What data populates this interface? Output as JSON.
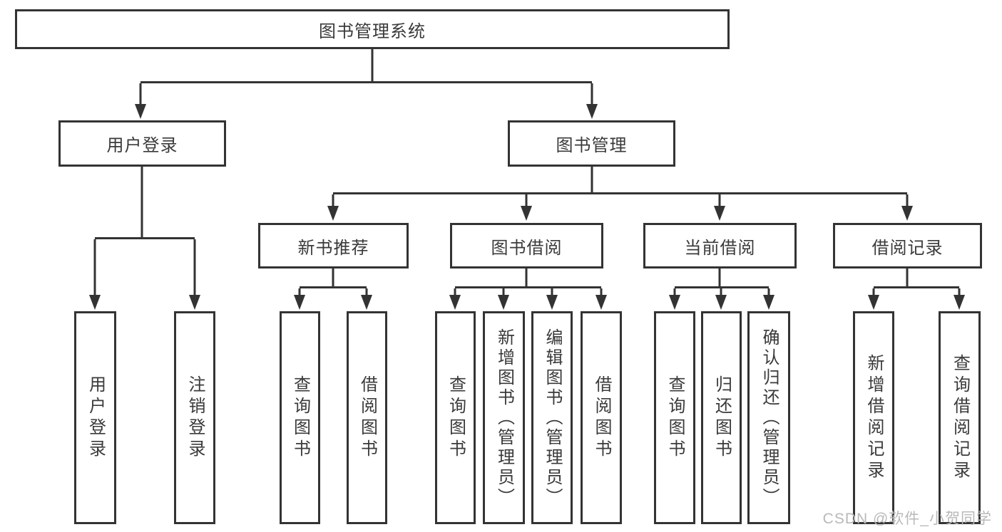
{
  "diagram": {
    "type": "hierarchy-tree",
    "title": "图书管理系统",
    "hierarchy": {
      "图书管理系统": {
        "用户登录": [
          "用户登录",
          "注销登录"
        ],
        "图书管理": {
          "新书推荐": [
            "查询图书",
            "借阅图书"
          ],
          "图书借阅": [
            "查询图书",
            "新增图书（管理员）",
            "编辑图书（管理员）",
            "借阅图书"
          ],
          "当前借阅": [
            "查询图书",
            "归还图书",
            "确认归还（管理员）"
          ],
          "借阅记录": [
            "新增借阅记录",
            "查询借阅记录"
          ]
        }
      }
    }
  },
  "nodes": {
    "root": "图书管理系统",
    "user_login": "用户登录",
    "book_management": "图书管理",
    "new_book_recommend": "新书推荐",
    "book_borrowing": "图书借阅",
    "current_borrowing": "当前借阅",
    "borrowing_records": "借阅记录",
    "leaf_user_login": "用户登录",
    "leaf_logout": "注销登录",
    "leaf_query_books_1": "查询图书",
    "leaf_borrow_books_1": "借阅图书",
    "leaf_query_books_2": "查询图书",
    "leaf_add_books_admin": "新增图书（管理员）",
    "leaf_edit_books_admin": "编辑图书（管理员）",
    "leaf_borrow_books_2": "借阅图书",
    "leaf_query_books_3": "查询图书",
    "leaf_return_books": "归还图书",
    "leaf_confirm_return_admin": "确认归还（管理员）",
    "leaf_add_borrow_record": "新增借阅记录",
    "leaf_query_borrow_record": "查询借阅记录"
  },
  "colors": {
    "line": "#333333",
    "box_border": "#333333",
    "box_background": "#ffffff",
    "text": "#3a3a3a",
    "watermark": "#b9b9b9"
  },
  "watermark": "CSDN @软件_小贺同学"
}
